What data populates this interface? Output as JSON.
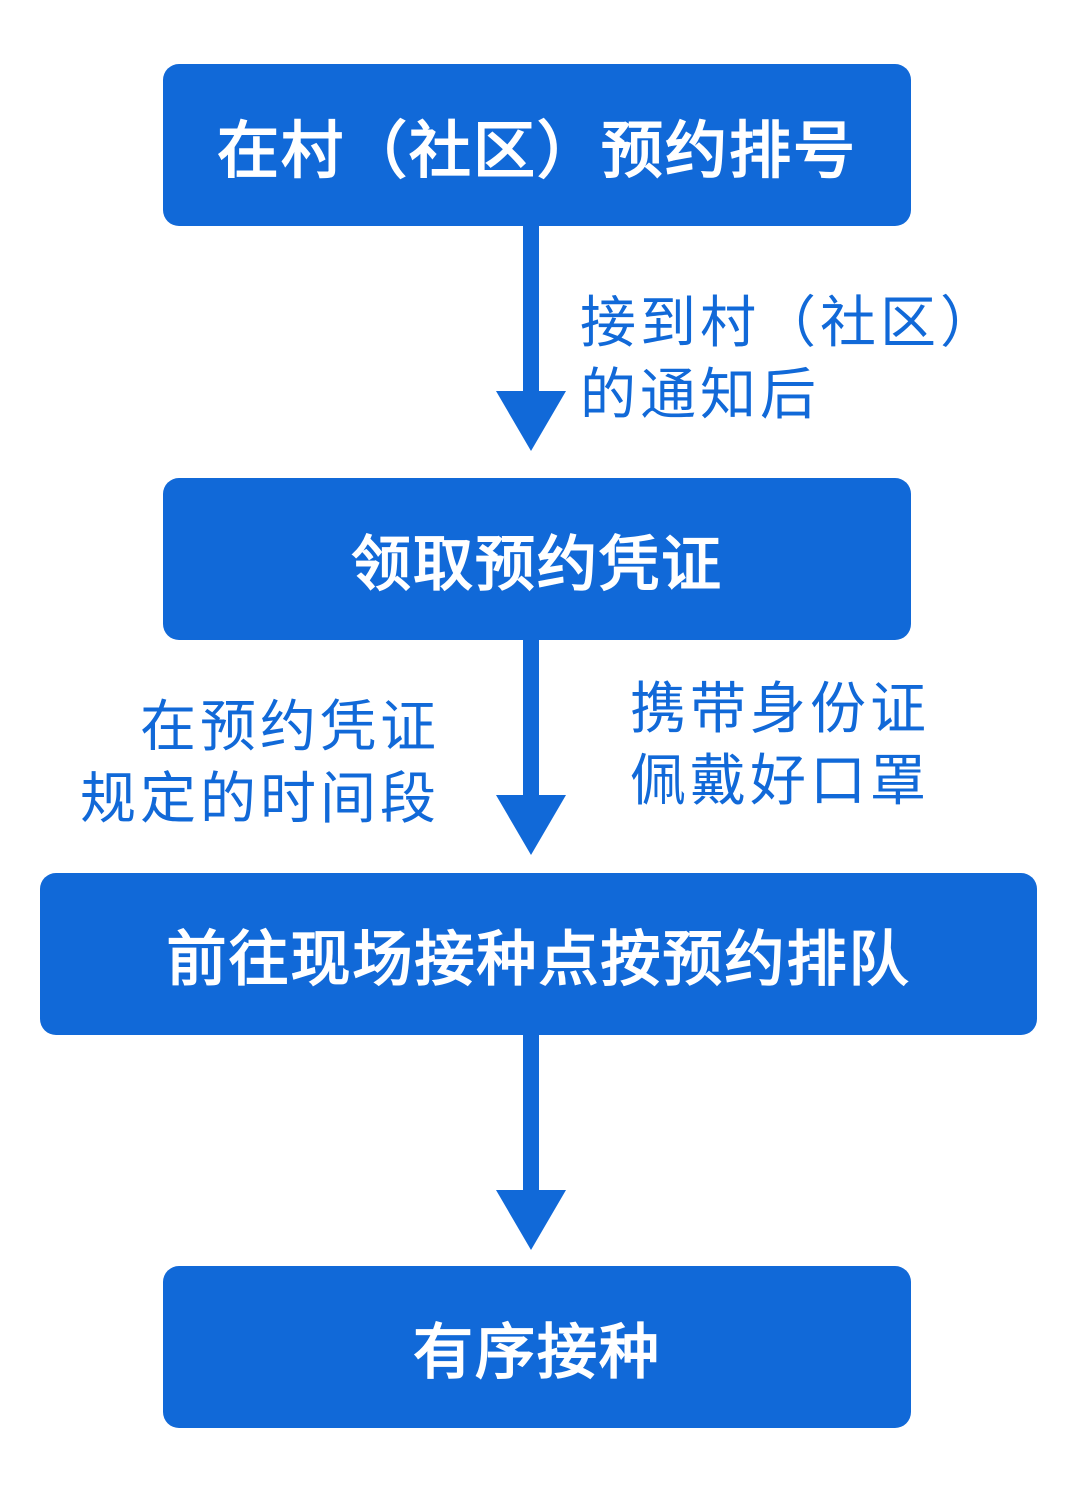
{
  "steps": [
    {
      "label": "在村（社区）预约排号"
    },
    {
      "label": "领取预约凭证"
    },
    {
      "label": "前往现场接种点按预约排队"
    },
    {
      "label": "有序接种"
    }
  ],
  "notes": {
    "after_step1": [
      "接到村（社区）",
      "的通知后"
    ],
    "left_of_step2": [
      "在预约凭证",
      "规定的时间段"
    ],
    "right_of_step2": [
      "携带身份证",
      "佩戴好口罩"
    ]
  },
  "colors": {
    "primary": "#1169d8",
    "box_text": "#ffffff",
    "background": "#ffffff"
  }
}
